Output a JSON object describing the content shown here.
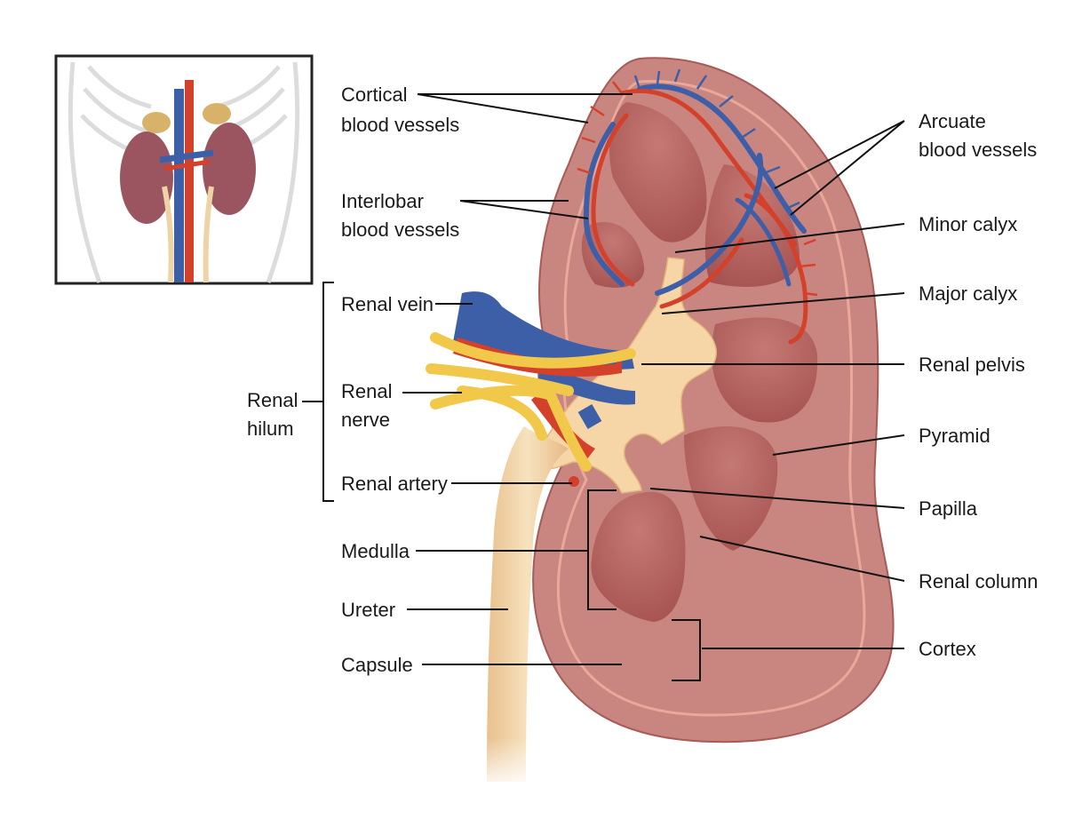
{
  "labels": {
    "cortical": [
      "Cortical",
      "blood vessels"
    ],
    "interlobar": [
      "Interlobar",
      "blood vessels"
    ],
    "renal_vein": "Renal vein",
    "renal_hilum": [
      "Renal",
      "hilum"
    ],
    "renal_nerve": [
      "Renal",
      "nerve"
    ],
    "renal_artery": "Renal artery",
    "medulla": "Medulla",
    "ureter": "Ureter",
    "capsule": "Capsule",
    "arcuate": [
      "Arcuate",
      "blood vessels"
    ],
    "minor_calyx": "Minor calyx",
    "major_calyx": "Major calyx",
    "renal_pelvis": "Renal pelvis",
    "pyramid": "Pyramid",
    "papilla": "Papilla",
    "renal_column": "Renal column",
    "cortex": "Cortex"
  },
  "colors": {
    "capsule": "#c97a72",
    "cortex": "#c98680",
    "medulla": "#b5625e",
    "pelvis": "#f6d6a6",
    "artery": "#d4412b",
    "vein": "#3d5fa8",
    "nerve": "#f2c84b",
    "ureter": "#f3d8aa"
  }
}
